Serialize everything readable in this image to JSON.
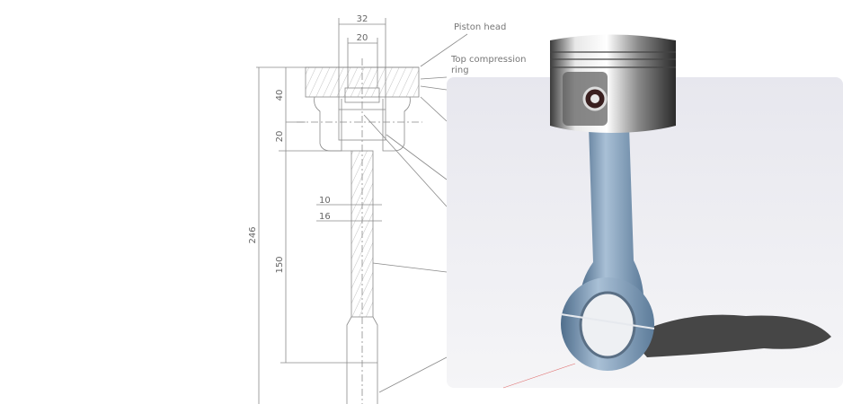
{
  "labels": {
    "piston_head": "Piston head",
    "top_compression_ring_line1": "Top compression",
    "top_compression_ring_line2": "ring"
  },
  "dimensions": {
    "pin_outer": "32",
    "pin_inner": "20",
    "head_height": "40",
    "pin_offset": "20",
    "overall_length": "246",
    "rod_length": "150",
    "web_thickness": "10",
    "flange_width": "16"
  },
  "colors": {
    "line": "#8a8a8a",
    "panel": "#ebebf0",
    "rod": "#7d9bb8",
    "chrome": "#c8c8c8"
  }
}
